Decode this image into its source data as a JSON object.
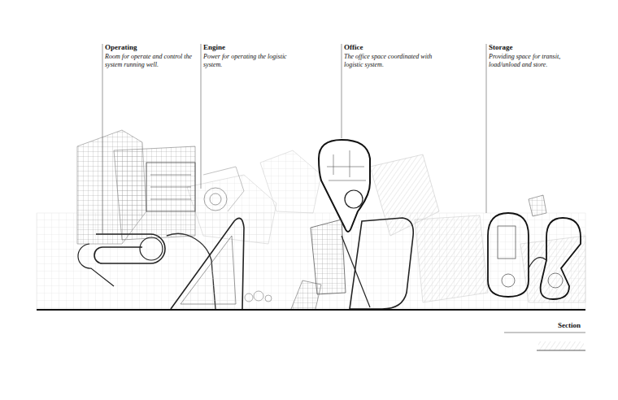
{
  "diagram": {
    "labels": [
      "Operating",
      "Room for operate and control the system running well.",
      "Engine",
      "Power for operating the logistic system.",
      "Office",
      "The office space coordinated with logistic system.",
      "Storage",
      "Providing space for transit, load/unload and store.",
      "Section"
    ]
  }
}
